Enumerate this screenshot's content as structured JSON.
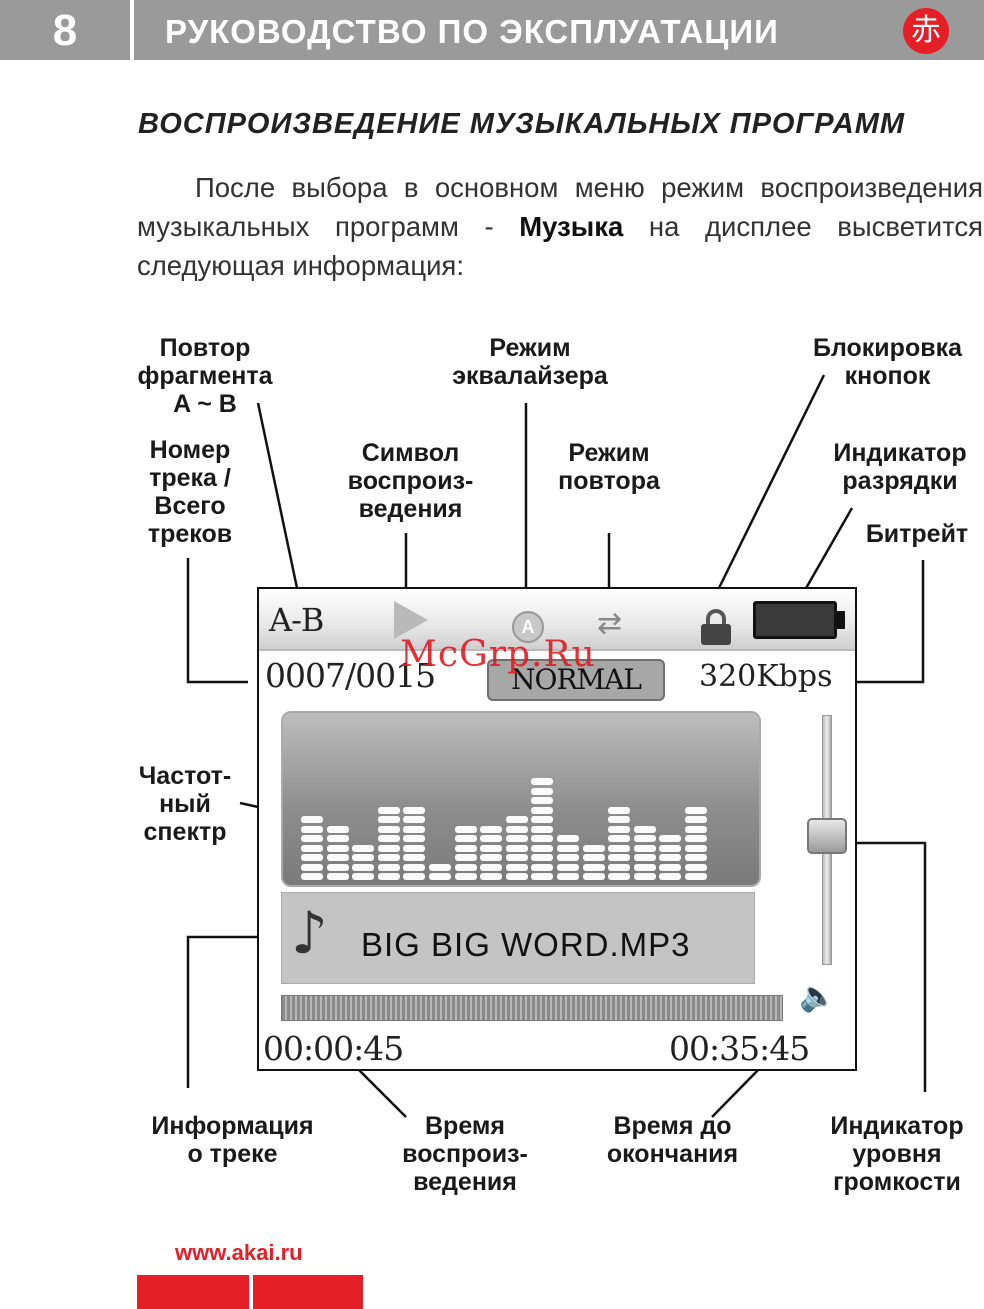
{
  "header": {
    "page_number": "8",
    "title": "РУКОВОДСТВО ПО ЭКСПЛУАТАЦИИ",
    "logo_glyph": "赤"
  },
  "section": {
    "title": "ВОСПРОИЗВЕДЕНИЕ МУЗЫКАЛЬНЫХ ПРОГРАММ",
    "intro_before": "После выбора в основном меню режим воспроизведения музыкальных программ - ",
    "intro_bold": "Музыка",
    "intro_after": " на дисплее высветится следующая информация:"
  },
  "labels": {
    "ab_repeat": "Повтор\nфрагмента\nA ~ B",
    "eq_mode": "Режим\nэквалайзера",
    "key_lock": "Блокировка\nкнопок",
    "track_number": "Номер\nтрека /\nВсего\nтреков",
    "play_symbol": "Символ\nвоспроиз-\nведения",
    "repeat_mode": "Режим\nповтора",
    "battery": "Индикатор\nразрядки",
    "bitrate": "Битрейт",
    "spectrum": "Частот-\nный\nспектр",
    "track_info": "Информация\nо треке",
    "play_time": "Время\nвоспроиз-\nведения",
    "remaining_time": "Время до\nокончания",
    "volume_level": "Индикатор\nуровня\nгромкости"
  },
  "screen": {
    "ab_text": "A-B",
    "eq_icon_letter": "A",
    "repeat_icon": "⇄",
    "track_counter": "0007/0015",
    "eq_mode_value": "NORMAL",
    "bitrate_value": "320Kbps",
    "song_title": "BIG BIG WORD.MP3",
    "note_icon": "♪",
    "speaker_icon": "🔈",
    "elapsed": "00:00:45",
    "total": "00:35:45",
    "spectrum_levels": [
      7,
      6,
      4,
      8,
      8,
      2,
      6,
      6,
      7,
      11,
      5,
      4,
      8,
      6,
      5,
      8
    ],
    "volume_fraction": 0.52
  },
  "watermark": "McGrp.Ru",
  "footer": {
    "url": "www.akai.ru"
  },
  "colors": {
    "brand_red": "#e41f26",
    "header_gray": "#9a9a9a"
  }
}
